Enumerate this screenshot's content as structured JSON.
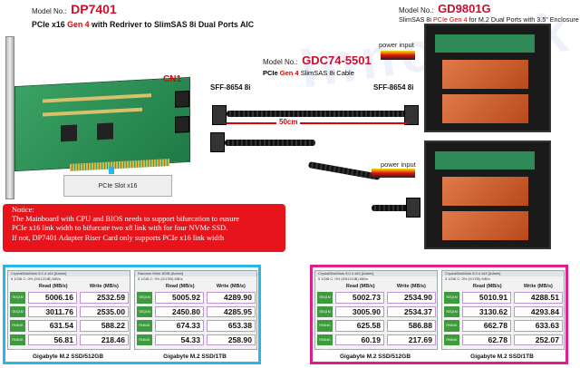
{
  "watermark": "Innodisk",
  "dp7401": {
    "model_prefix": "Model No.:",
    "model": "DP7401",
    "title_a": "PCIe x16 ",
    "title_gen": "Gen 4",
    "title_b": " with Redriver to SlimSAS 8i Dual Ports AIC"
  },
  "gdc74": {
    "model_prefix": "Model No.:",
    "model": "GDC74-5501",
    "title_a": "PCIe ",
    "title_gen": "Gen 4",
    "title_b": "  SlimSAS 8i Cable"
  },
  "gd9801g": {
    "model_prefix": "Model No.:",
    "model": "GD9801G",
    "title_a": "SlimSAS 8i ",
    "title_gen": "PCIe Gen 4",
    "title_b": " for M.2 Dual Ports with 3.5\" Enclosure"
  },
  "labels": {
    "cn1": "CN1",
    "sff_left": "SFF-8654 8i",
    "sff_right": "SFF-8654 8i",
    "length": "50cm",
    "power1": "power input",
    "power2": "power input",
    "slot": "PCIe Slot x16"
  },
  "notice": {
    "l1": "Notice:",
    "l2": "The Mainboard with CPU and BIOS needs to support bifurcation to eusure",
    "l3": "PCIe x16 link width to bifurcate two x8 link with for four NVMe SSD.",
    "l4": "If not, DP7401 Adapter  Riser Card only supports PCIe x16 link width"
  },
  "colors": {
    "cyan": "#29b6e8",
    "magenta": "#e0208a",
    "red": "#e8141c",
    "green_pcb": "#2e8b57"
  },
  "benchmarks": [
    {
      "title": "CrystalDiskMark 8.0.4 x64 [Admin]",
      "controls": "5   1GiB   C: 0% (0/512GiB)   MB/s",
      "read_hdr": "Read (MB/s)",
      "write_hdr": "Write (MB/s)",
      "rows": [
        {
          "label": "SEQ1M Q8T1",
          "read": "5006.16",
          "write": "2532.59"
        },
        {
          "label": "SEQ1M Q1T1",
          "read": "3011.76",
          "write": "2535.00"
        },
        {
          "label": "RND4K Q32T16",
          "read": "631.54",
          "write": "588.22"
        },
        {
          "label": "RND4K Q1T1",
          "read": "56.81",
          "write": "218.46"
        }
      ],
      "caption": "Gigabyte M.2 SSD/512GB"
    },
    {
      "title": "Random Write 8GiB [Admin]",
      "controls": "5   1GiB   C: 0% (0/1TiB)   MB/s",
      "read_hdr": "Read (MB/s)",
      "write_hdr": "Write (MB/s)",
      "rows": [
        {
          "label": "SEQ1M Q8T1",
          "read": "5005.92",
          "write": "4289.90"
        },
        {
          "label": "SEQ1M Q1T1",
          "read": "2450.80",
          "write": "4285.95"
        },
        {
          "label": "RND4K Q32T16",
          "read": "674.33",
          "write": "653.38"
        },
        {
          "label": "RND4K Q1T1",
          "read": "54.33",
          "write": "258.90"
        }
      ],
      "caption": "Gigabyte M.2 SSD/1TB"
    },
    {
      "title": "CrystalDiskMark 8.0.4 x64 [Admin]",
      "controls": "5   1GiB   C: 0% (0/512GiB)   MB/s",
      "read_hdr": "Read (MB/s)",
      "write_hdr": "Write (MB/s)",
      "rows": [
        {
          "label": "SEQ1M Q8T1",
          "read": "5002.73",
          "write": "2534.90"
        },
        {
          "label": "SEQ1M Q1T1",
          "read": "3005.90",
          "write": "2534.37"
        },
        {
          "label": "RND4K Q32T16",
          "read": "625.58",
          "write": "586.88"
        },
        {
          "label": "RND4K Q1T1",
          "read": "60.19",
          "write": "217.69"
        }
      ],
      "caption": "Gigabyte M.2 SSD/512GB"
    },
    {
      "title": "CrystalDiskMark 8.0.4 x64 [Admin]",
      "controls": "5   1GiB   C: 0% (0/1TiB)   MB/s",
      "read_hdr": "Read (MB/s)",
      "write_hdr": "Write (MB/s)",
      "rows": [
        {
          "label": "SEQ1M Q8T1",
          "read": "5010.91",
          "write": "4288.51"
        },
        {
          "label": "SEQ1M Q1T1",
          "read": "3130.62",
          "write": "4293.84"
        },
        {
          "label": "RND4K Q32T16",
          "read": "662.78",
          "write": "633.63"
        },
        {
          "label": "RND4K Q1T1",
          "read": "62.78",
          "write": "252.07"
        }
      ],
      "caption": "Gigabyte M.2 SSD/1TB"
    }
  ]
}
